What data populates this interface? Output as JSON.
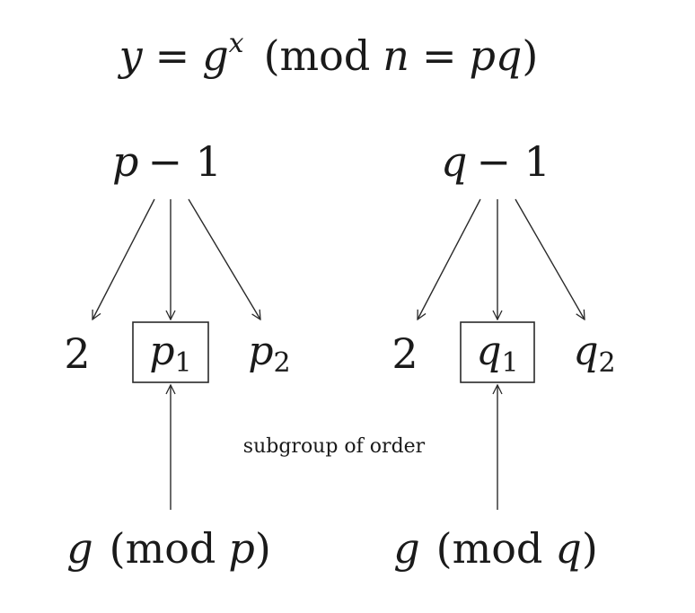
{
  "equation": {
    "y": "y",
    "eq": "=",
    "g": "g",
    "x": "x",
    "mod_open": "(mod",
    "n": "n",
    "eq2": "=",
    "pq": "pq",
    "close": ")"
  },
  "left": {
    "top": {
      "var": "p",
      "rest": "− 1"
    },
    "two": "2",
    "boxed": {
      "var": "p",
      "sub": "1"
    },
    "other": {
      "var": "p",
      "sub": "2"
    },
    "bottom": {
      "g": "g",
      "mod": "(mod",
      "var": "p",
      "close": ")"
    }
  },
  "right": {
    "top": {
      "var": "q",
      "rest": "− 1"
    },
    "two": "2",
    "boxed": {
      "var": "q",
      "sub": "1"
    },
    "other": {
      "var": "q",
      "sub": "2"
    },
    "bottom": {
      "g": "g",
      "mod": "(mod",
      "var": "q",
      "close": ")"
    }
  },
  "annotation": "subgroup of order"
}
